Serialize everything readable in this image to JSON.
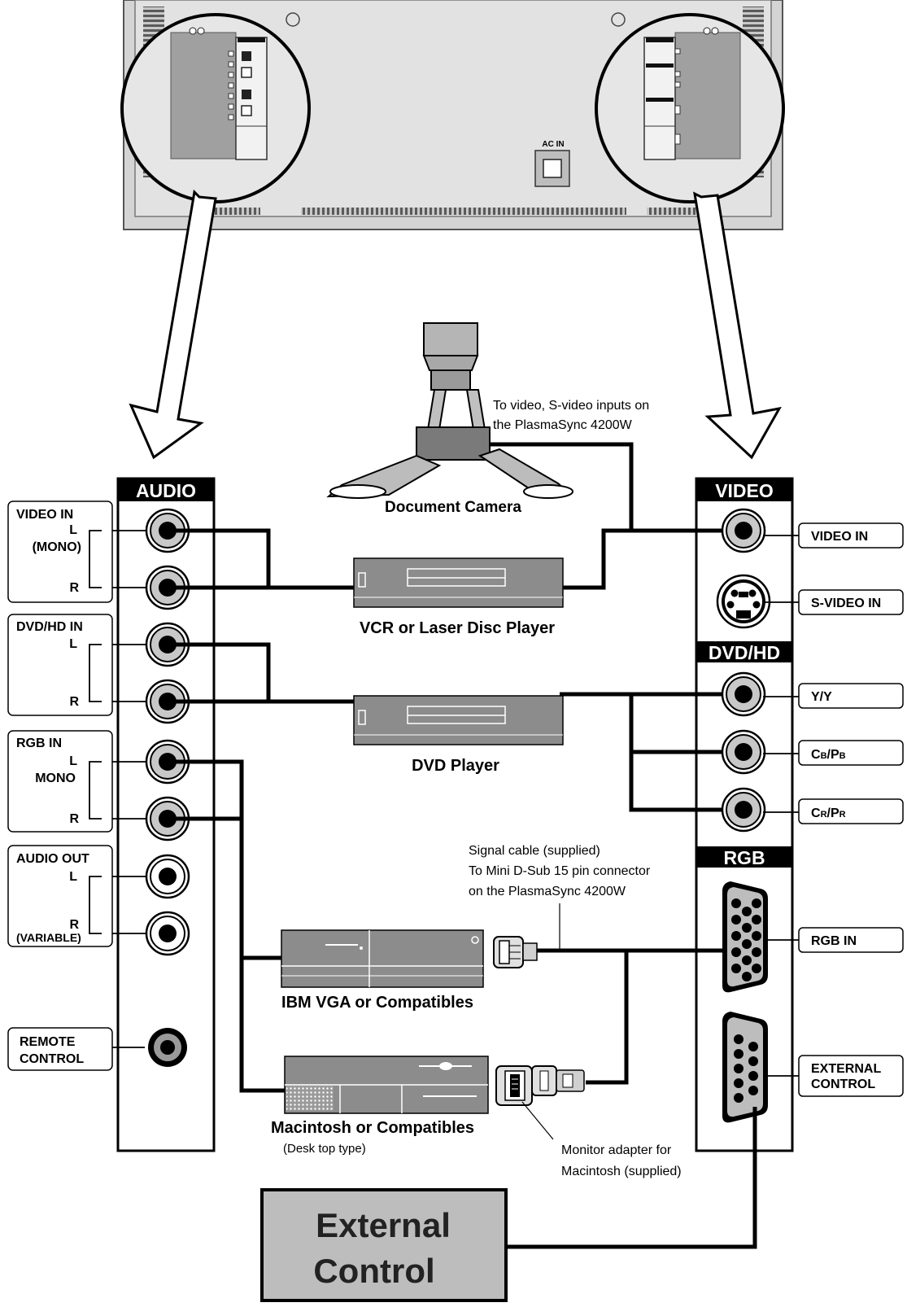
{
  "panel": {
    "ac_in_label": "AC IN"
  },
  "audio_panel": {
    "header": "AUDIO",
    "groups": [
      {
        "title": "VIDEO IN",
        "lines": [
          "L",
          "(MONO)",
          "R"
        ]
      },
      {
        "title": "DVD/HD IN",
        "lines": [
          "L",
          "R"
        ]
      },
      {
        "title": "RGB IN",
        "lines": [
          "L",
          "MONO",
          "R"
        ]
      },
      {
        "title": "AUDIO OUT",
        "lines": [
          "L",
          "R",
          "(VARIABLE)"
        ]
      }
    ],
    "remote": [
      "REMOTE",
      "CONTROL"
    ]
  },
  "video_panel": {
    "video_header": "VIDEO",
    "dvd_header": "DVD/HD",
    "rgb_header": "RGB",
    "labels": {
      "video_in": "VIDEO IN",
      "s_video_in": "S-VIDEO IN",
      "y": "Y/Y",
      "cb_main": "C",
      "cb_sub": "B",
      "cb_sep": "/P",
      "cb_sub2": "B",
      "cr_main": "C",
      "cr_sub": "R",
      "cr_sep": "/P",
      "cr_sub2": "R",
      "rgb_in": "RGB IN",
      "ext_1": "EXTERNAL",
      "ext_2": "CONTROL"
    }
  },
  "devices": {
    "camera": "Document Camera",
    "camera_note": [
      "To video, S-video inputs on",
      "the PlasmaSync 4200W"
    ],
    "vcr": "VCR or Laser Disc Player",
    "dvd": "DVD Player",
    "ibm": "IBM VGA or Compatibles",
    "mac": "Macintosh or Compatibles",
    "mac_sub": "(Desk top type)",
    "signal_note": [
      "Signal cable (supplied)",
      "To Mini D-Sub 15 pin connector",
      "on the PlasmaSync 4200W"
    ],
    "adapter_note": [
      "Monitor adapter for",
      "Macintosh (supplied)"
    ],
    "external": [
      "External",
      "Control"
    ]
  }
}
